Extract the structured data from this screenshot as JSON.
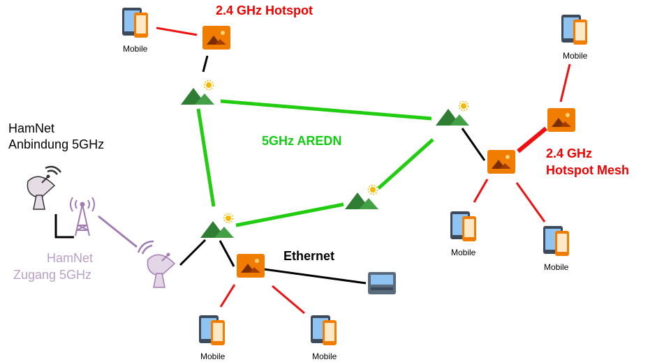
{
  "labels": {
    "hotspot_top": "2.4 GHz Hotspot",
    "hotspot_mesh_line1": "2.4 GHz",
    "hotspot_mesh_line2": "Hotspot Mesh",
    "aredn": "5GHz AREDN",
    "ethernet": "Ethernet",
    "hamnet_link_line1": "HamNet",
    "hamnet_link_line2": "Anbindung 5GHz",
    "hamnet_access_line1": "HamNet",
    "hamnet_access_line2": "Zugang 5GHz",
    "mobile": "Mobile"
  },
  "colors": {
    "aredn_link": "#22cc11",
    "hotspot_link": "#ee1111",
    "wired_link": "#000000",
    "hamnet_link": "#a07cb0",
    "router": "#f07d00"
  },
  "icons": {
    "node": "mountain-node-icon",
    "router": "image-router-icon",
    "mobile": "mobile-devices-icon",
    "dish": "satellite-dish-icon",
    "tower": "radio-tower-icon",
    "laptop": "laptop-icon"
  }
}
